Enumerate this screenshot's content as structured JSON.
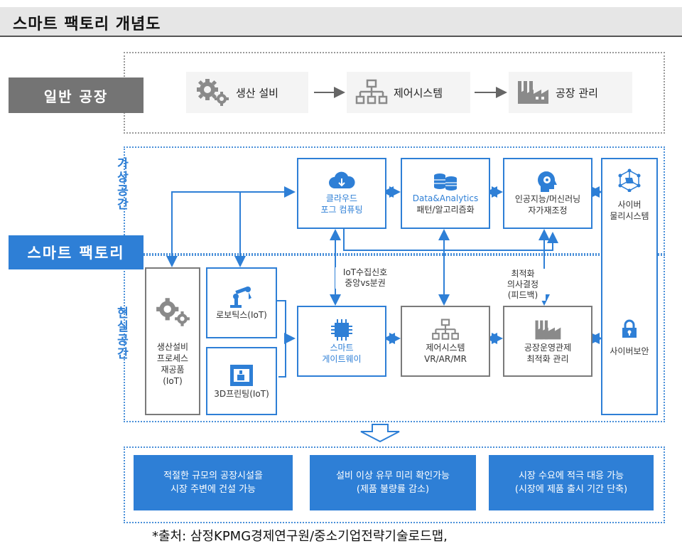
{
  "header": {
    "title": "스마트 팩토리 개념도"
  },
  "general_factory": {
    "label": "일반 공장",
    "flow": [
      "생산 설비",
      "제어시스템",
      "공장 관리"
    ]
  },
  "smart_factory": {
    "label": "스마트 팩토리"
  },
  "space_labels": {
    "virtual": "가상공간",
    "physical": "현실공간"
  },
  "nodes": {
    "cloud": [
      "클라우드",
      "포그 컴퓨팅"
    ],
    "analytics": [
      "Data&Analytics",
      "패턴/알고리즘화"
    ],
    "ai": [
      "인공지능/머신러닝",
      "자가재조정"
    ],
    "cps": [
      "사이버",
      "물리시스템"
    ],
    "security": "사이버보안",
    "production": [
      "생산설비",
      "프로세스",
      "재공품",
      "(IoT)"
    ],
    "robotics": "로보틱스(IoT)",
    "printing": "3D프린팅(IoT)",
    "gateway": [
      "스마트",
      "게이트웨이"
    ],
    "control": [
      "제어시스템",
      "VR/AR/MR"
    ],
    "operations": [
      "공장운영관제",
      "최적화 관리"
    ]
  },
  "edge_labels": {
    "iot": [
      "IoT수집신호",
      "중앙vs분권"
    ],
    "decision": [
      "최적화",
      "의사결정",
      "(피드백)"
    ]
  },
  "results": [
    [
      "적절한 규모의 공장시설을",
      "시장 주변에 건설 가능"
    ],
    [
      "설비 이상 유무 미리 확인가능",
      "(제품 불량률 감소)"
    ],
    [
      "시장 수요에 적극 대응 가능",
      "(시장에 제품 출시 기간 단축)"
    ]
  ],
  "source": "*출처: 삼정KPMG경제연구원/중소기업전략기술로드맵,",
  "colors": {
    "accent": "#2e7fd6",
    "gray_label": "#747474",
    "header_bg": "#e6e6e6"
  },
  "icons": [
    "gears-icon",
    "network-icon",
    "factory-icon",
    "cloud-icon",
    "database-icon",
    "brain-gear-icon",
    "cube-network-icon",
    "lock-icon",
    "robot-arm-icon",
    "printer-3d-icon",
    "chip-icon"
  ]
}
